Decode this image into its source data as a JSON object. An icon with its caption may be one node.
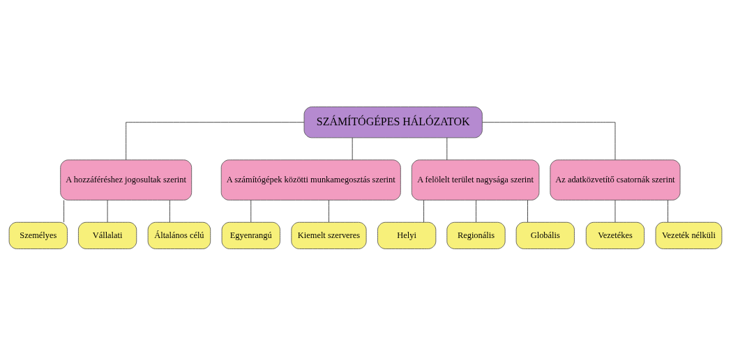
{
  "diagram": {
    "nodes": [
      {
        "text": [
          "SZÁMÍTÓGÉPES HÁLÓZATOK"
        ]
      },
      {
        "text": [
          "A hozzáféréshez jogosultak szerint"
        ]
      },
      {
        "text": [
          "A számítógépek közötti munkamegosztás szerint"
        ]
      },
      {
        "text": [
          "A felölelt terület nagysága szerint"
        ]
      },
      {
        "text": [
          "Az adatközvetítő csatornák szerint"
        ]
      },
      {
        "text": [
          "Személyes"
        ]
      },
      {
        "text": [
          "Vállalati"
        ]
      },
      {
        "text": [
          "Általános célú"
        ]
      },
      {
        "text": [
          "Egyenrangú"
        ]
      },
      {
        "text": [
          "Kiemelt szerveres"
        ]
      },
      {
        "text": [
          "Helyi"
        ]
      },
      {
        "text": [
          "Regionális"
        ]
      },
      {
        "text": [
          "Globális"
        ]
      },
      {
        "text": [
          "Vezetékes"
        ]
      },
      {
        "text": [
          "Vezeték nélküli"
        ]
      }
    ],
    "edges": [
      {
        "from": 0,
        "to": 1,
        "arrow": "none"
      },
      {
        "from": 0,
        "to": 2,
        "arrow": "none"
      },
      {
        "from": 0,
        "to": 3,
        "arrow": "none"
      },
      {
        "from": 0,
        "to": 4,
        "arrow": "none"
      },
      {
        "from": 1,
        "to": 5,
        "arrow": "none"
      },
      {
        "from": 1,
        "to": 6,
        "arrow": "none"
      },
      {
        "from": 1,
        "to": 7,
        "arrow": "none"
      },
      {
        "from": 2,
        "to": 8,
        "arrow": "none"
      },
      {
        "from": 2,
        "to": 9,
        "arrow": "none"
      },
      {
        "from": 3,
        "to": 10,
        "arrow": "none"
      },
      {
        "from": 3,
        "to": 11,
        "arrow": "none"
      },
      {
        "from": 3,
        "to": 12,
        "arrow": "none"
      },
      {
        "from": 4,
        "to": 13,
        "arrow": "none"
      },
      {
        "from": 4,
        "to": 14,
        "arrow": "none"
      }
    ]
  }
}
